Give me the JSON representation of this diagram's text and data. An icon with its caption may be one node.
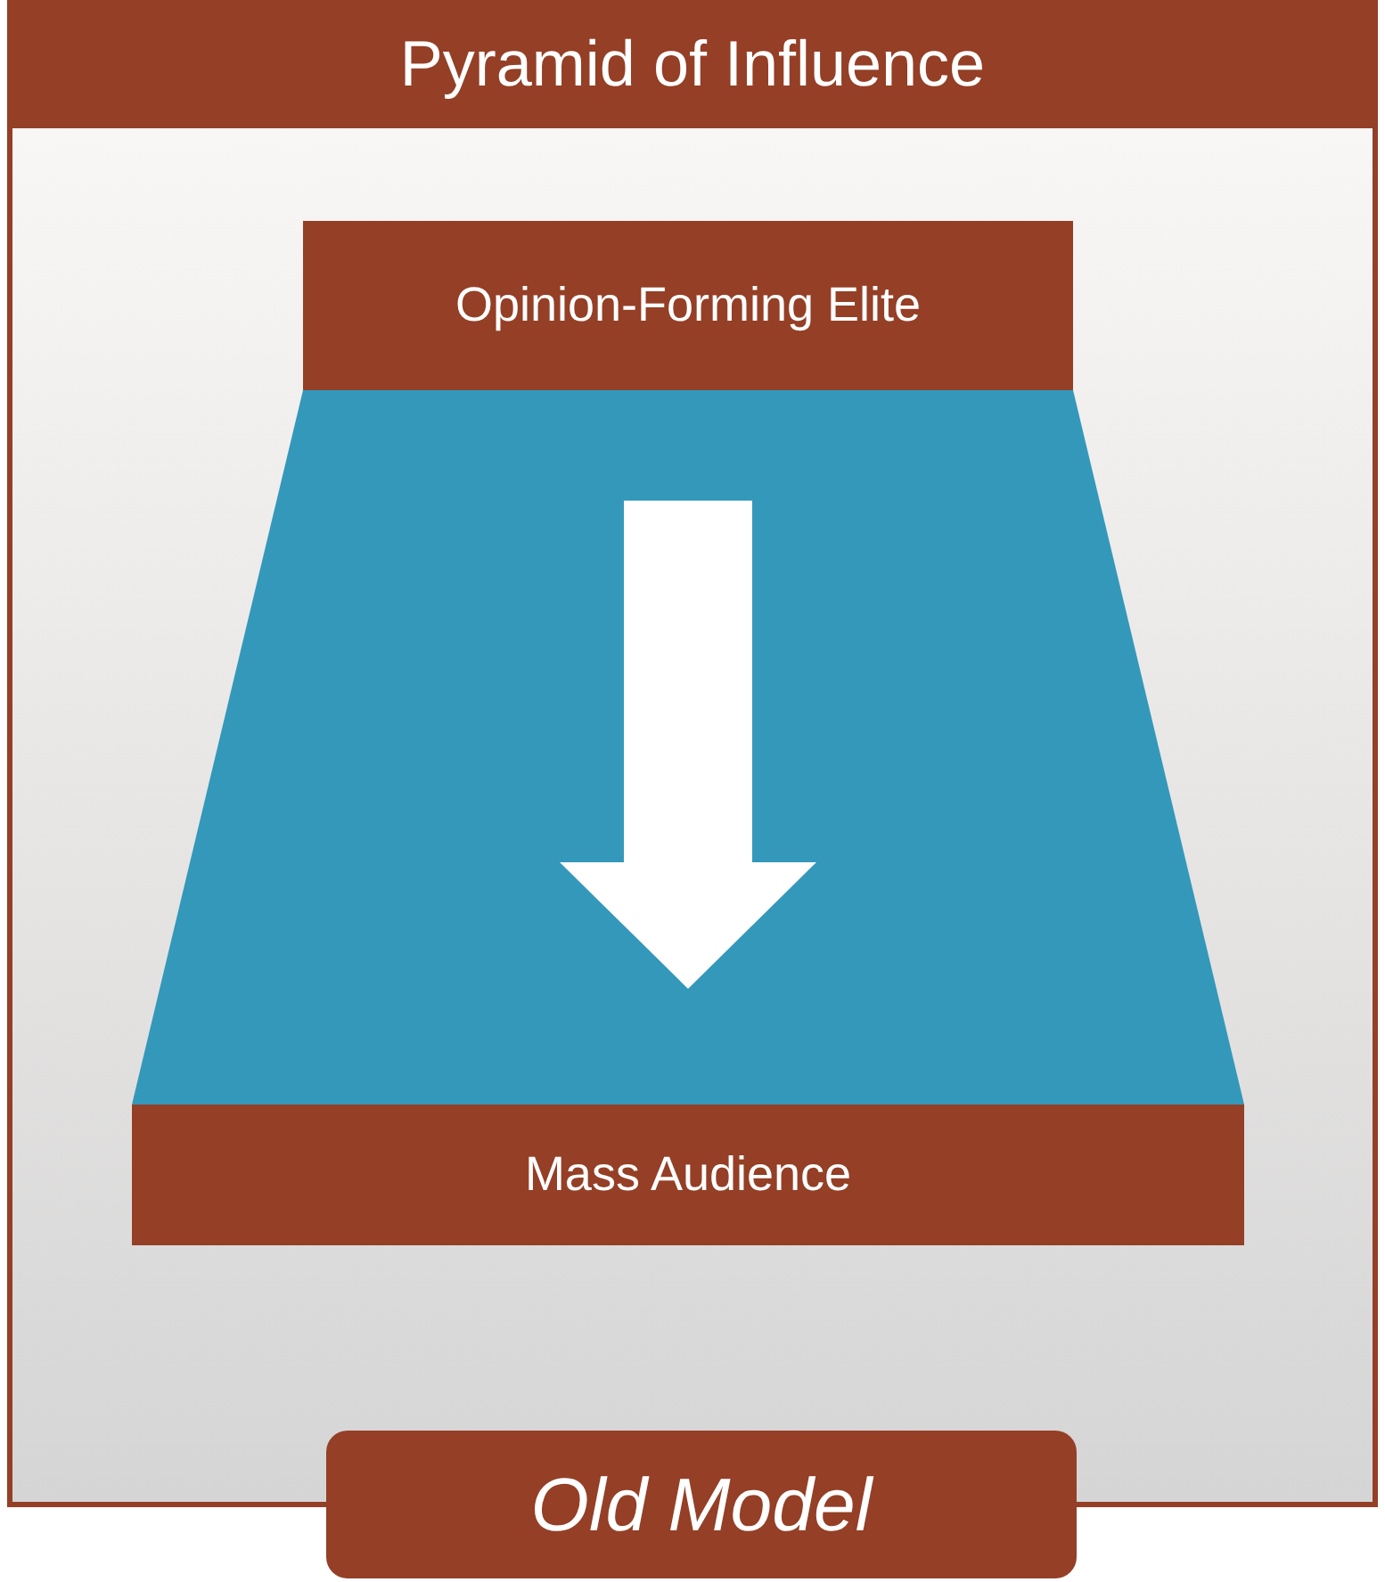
{
  "diagram": {
    "title": "Pyramid of Influence",
    "nodes": [
      {
        "text": [
          "Opinion-Forming Elite"
        ]
      },
      {
        "text": [],
        "shape": "trapezoid"
      },
      {
        "text": [
          "Mass Audience"
        ]
      },
      {
        "text": [
          "Old Model"
        ]
      }
    ],
    "edges": [
      {
        "from": 0,
        "to": 2,
        "arrow": "to",
        "style": "thick"
      }
    ]
  }
}
